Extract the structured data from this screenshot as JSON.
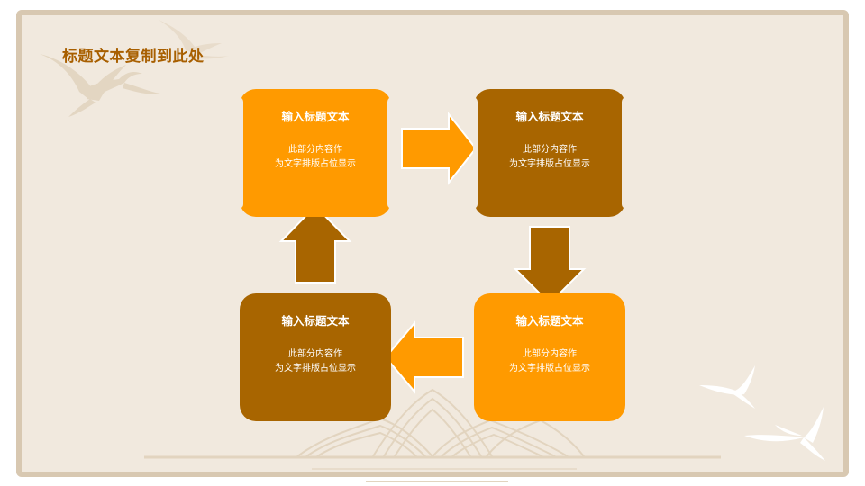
{
  "slide": {
    "title": "标题文本复制到此处"
  },
  "colors": {
    "background": "#f1e9de",
    "frame": "#d8c8b1",
    "title": "#a85f00",
    "orange": "#ff9a00",
    "brown": "#a86500"
  },
  "cycle": [
    {
      "id": "top-left",
      "color": "orange",
      "title": "输入标题文本",
      "line1": "此部分内容作",
      "line2": "为文字排版占位显示"
    },
    {
      "id": "top-right",
      "color": "brown",
      "title": "输入标题文本",
      "line1": "此部分内容作",
      "line2": "为文字排版占位显示"
    },
    {
      "id": "bottom-right",
      "color": "orange",
      "title": "输入标题文本",
      "line1": "此部分内容作",
      "line2": "为文字排版占位显示"
    },
    {
      "id": "bottom-left",
      "color": "brown",
      "title": "输入标题文本",
      "line1": "此部分内容作",
      "line2": "为文字排版占位显示"
    }
  ],
  "arrows": [
    {
      "from": "top-left",
      "to": "top-right",
      "direction": "right",
      "color": "orange"
    },
    {
      "from": "top-right",
      "to": "bottom-right",
      "direction": "down",
      "color": "brown"
    },
    {
      "from": "bottom-right",
      "to": "bottom-left",
      "direction": "left",
      "color": "orange"
    },
    {
      "from": "bottom-left",
      "to": "top-left",
      "direction": "up",
      "color": "brown"
    }
  ],
  "decorations": [
    "crane-icon",
    "mountain-pattern-icon"
  ]
}
